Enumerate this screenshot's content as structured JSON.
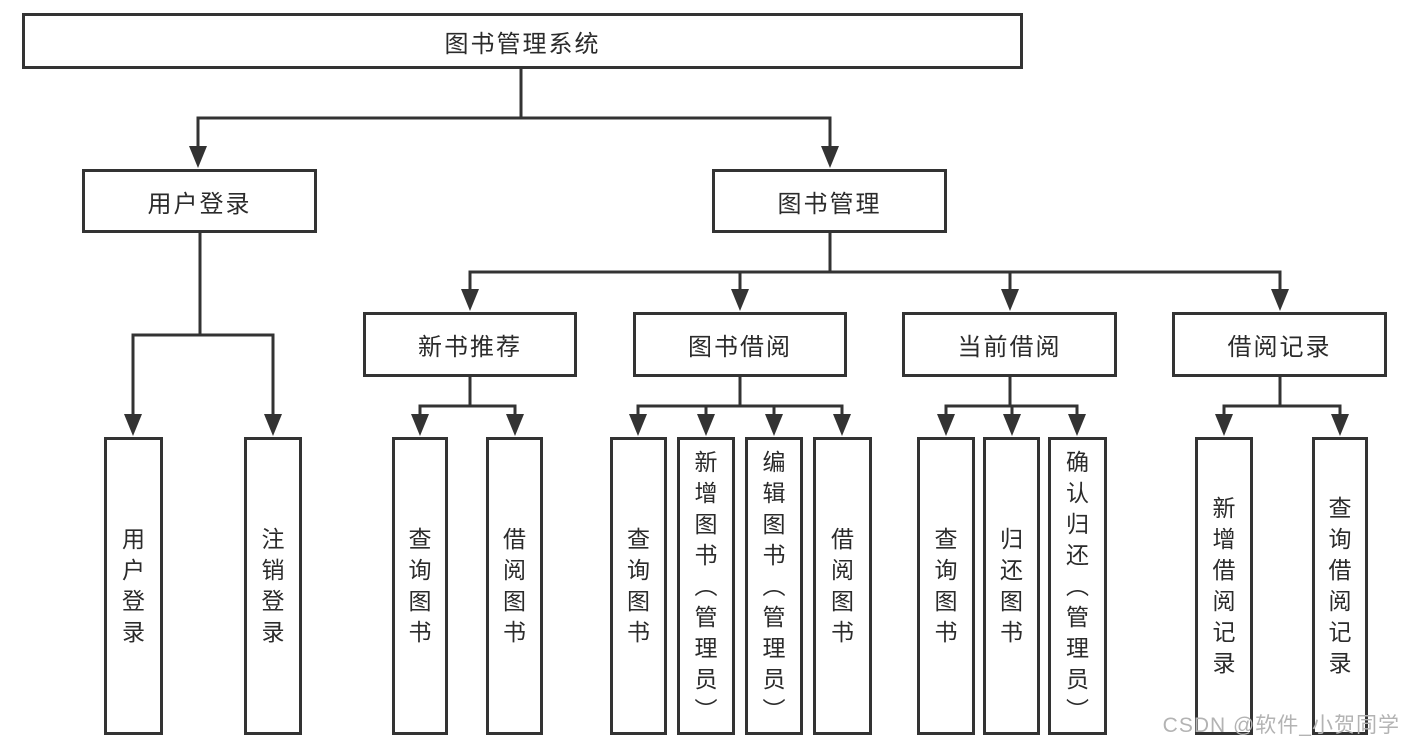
{
  "diagram_title": "图书管理系统",
  "nodes": {
    "root": "图书管理系统",
    "level2": [
      "用户登录",
      "图书管理"
    ],
    "level3": [
      "新书推荐",
      "图书借阅",
      "当前借阅",
      "借阅记录"
    ],
    "leaves": [
      "用户登录",
      "注销登录",
      "查询图书",
      "借阅图书",
      "查询图书",
      "新增图书（管理员）",
      "编辑图书（管理员）",
      "借阅图书",
      "查询图书",
      "归还图书",
      "确认归还（管理员）",
      "新增借阅记录",
      "查询借阅记录"
    ]
  },
  "watermark": "CSDN @软件_小贺同学",
  "colors": {
    "line": "#333333",
    "text": "#2b2b2b",
    "watermark": "#b3b3b3",
    "background": "#ffffff"
  }
}
